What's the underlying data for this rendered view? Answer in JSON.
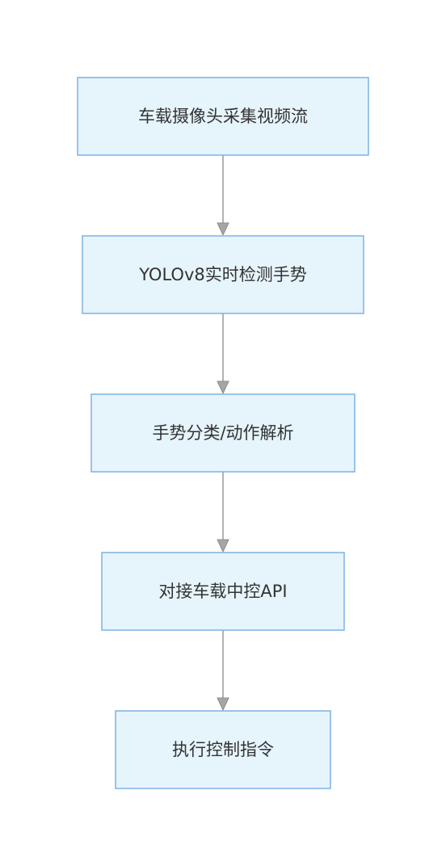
{
  "flow": {
    "steps": [
      {
        "label": "车载摄像头采集视频流"
      },
      {
        "label": "YOLOv8实时检测手势"
      },
      {
        "label": "手势分类/动作解析"
      },
      {
        "label": "对接车载中控API"
      },
      {
        "label": "执行控制指令"
      }
    ]
  },
  "colors": {
    "node_fill": "#e6f4fc",
    "node_stroke": "#7fb2e5",
    "text": "#333333",
    "edge": "#999999"
  }
}
